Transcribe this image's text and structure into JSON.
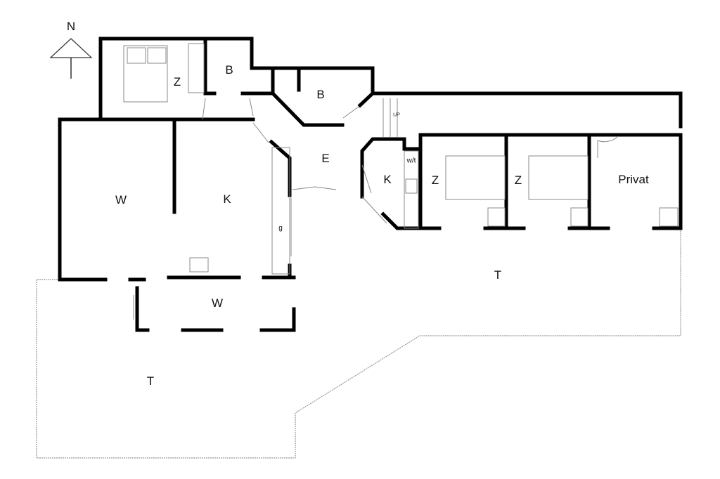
{
  "compass": {
    "label": "N"
  },
  "rooms": {
    "bedroom_nw": "Z",
    "bath_1": "B",
    "bath_2": "B",
    "entrance": "E",
    "living_west": "W",
    "kitchen_main": "K",
    "kitchen_small": "K",
    "wc_shower": "w/t",
    "bedroom_2": "Z",
    "bedroom_3": "Z",
    "private": "Privat",
    "fridge": "g",
    "sunroom": "W",
    "terrace_east": "T",
    "terrace_south": "T",
    "stairs": "UP"
  },
  "colors": {
    "wall": "#000000",
    "terrace": "#999999",
    "fixture": "#888888"
  }
}
